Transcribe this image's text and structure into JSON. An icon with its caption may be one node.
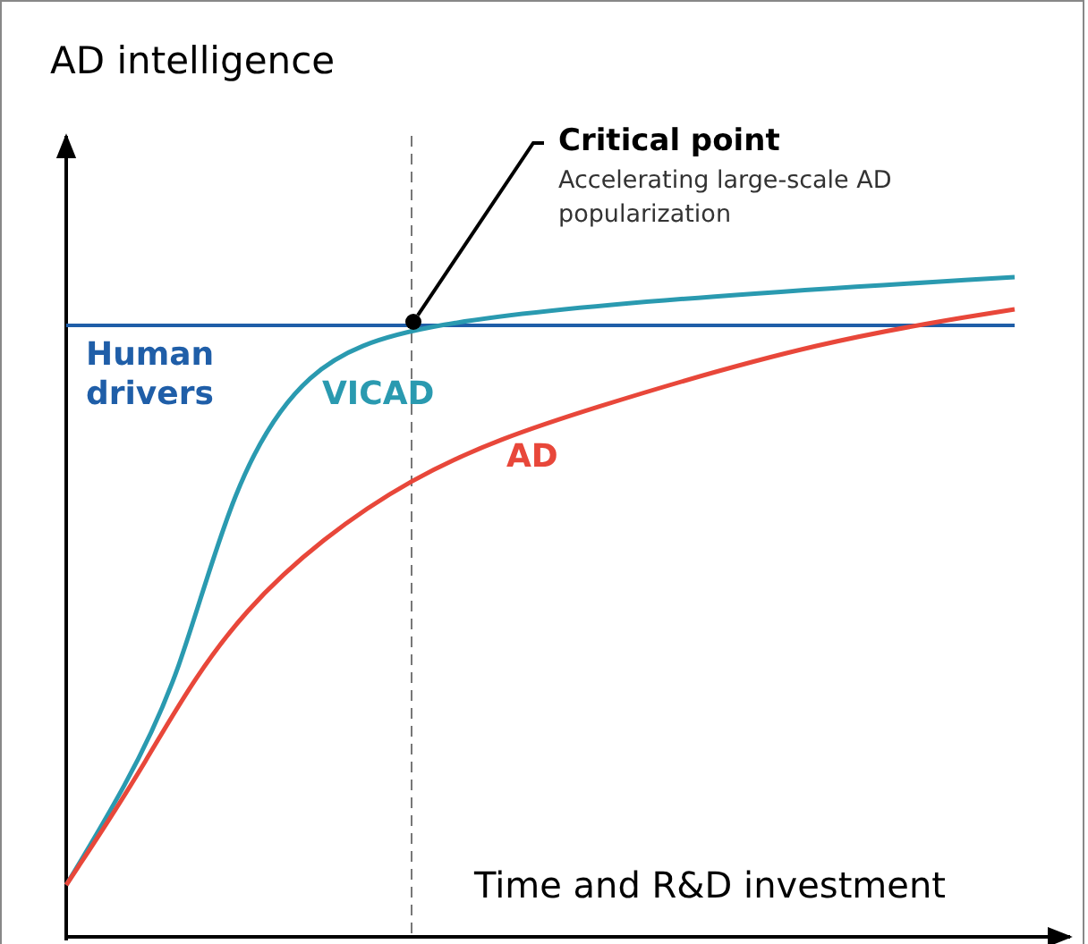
{
  "diagram": {
    "nodes": [
      {
        "text": [
          "Critical point",
          "Accelerating large-scale AD popularization"
        ]
      },
      {
        "text": [],
        "shape": "circle"
      }
    ],
    "edges": [
      {
        "from": 0,
        "to": 1,
        "arrow": "none"
      }
    ],
    "labels": [
      "AD intelligence",
      "Human drivers",
      "VICAD",
      "AD",
      "Time and R&D investment"
    ]
  }
}
